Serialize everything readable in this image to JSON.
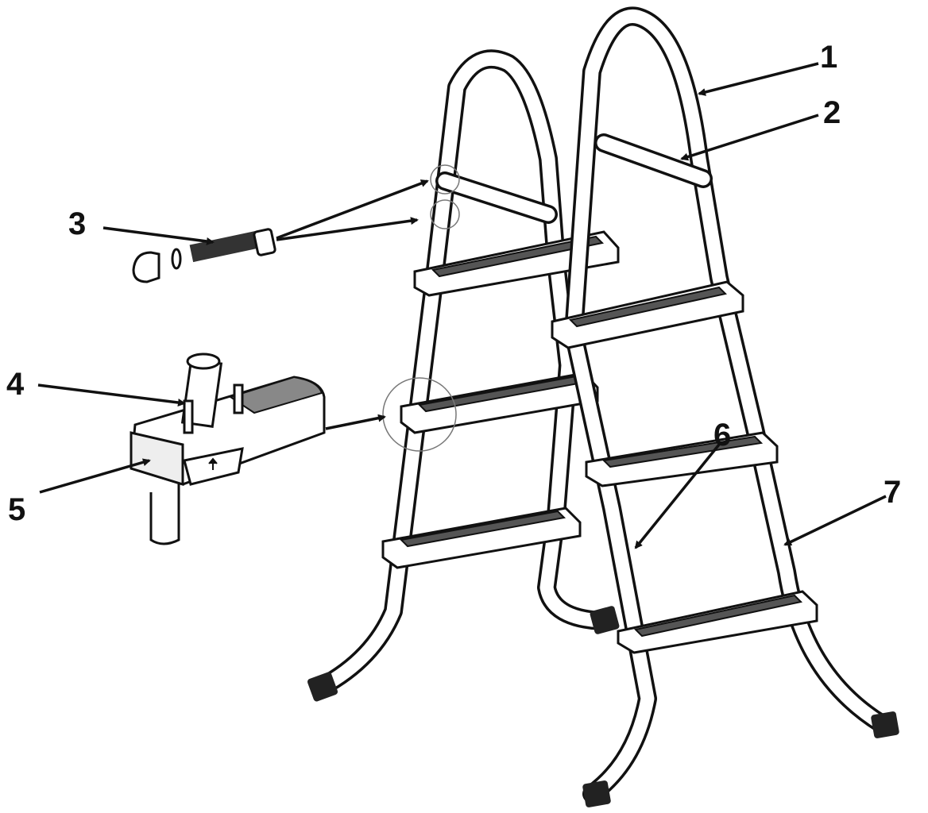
{
  "diagram": {
    "type": "exploded assembly drawing - pool ladder",
    "labels": [
      {
        "id": "1",
        "text": "1"
      },
      {
        "id": "2",
        "text": "2"
      },
      {
        "id": "3",
        "text": "3"
      },
      {
        "id": "4",
        "text": "4"
      },
      {
        "id": "5",
        "text": "5"
      },
      {
        "id": "6",
        "text": "6"
      },
      {
        "id": "7",
        "text": "7"
      }
    ],
    "colors": {
      "line": "#111111",
      "background": "#ffffff"
    }
  }
}
